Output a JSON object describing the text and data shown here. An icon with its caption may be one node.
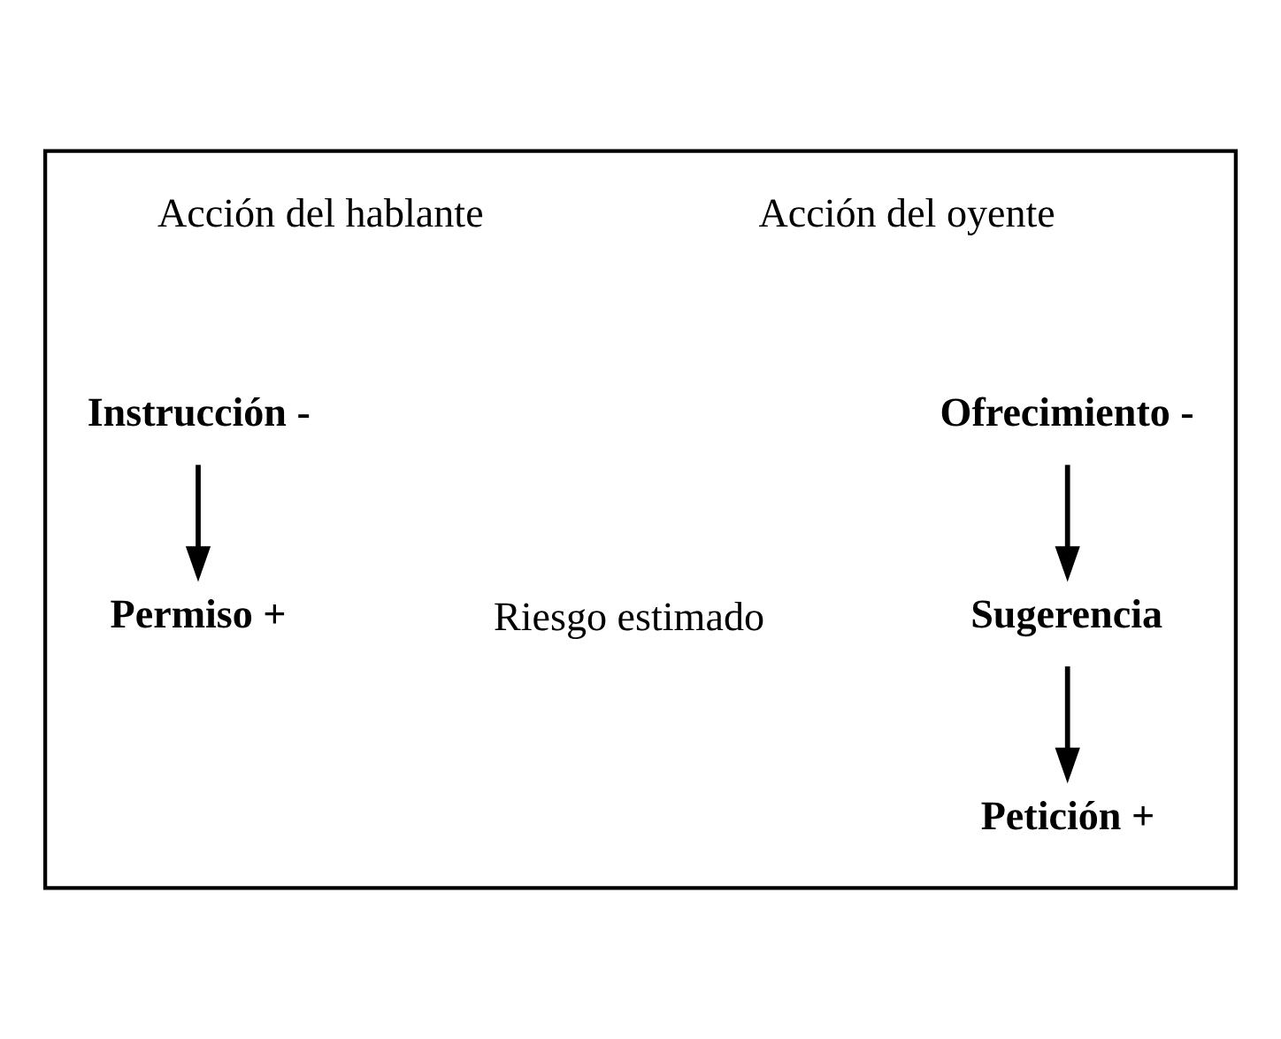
{
  "diagram": {
    "nodes": [
      {
        "text": [],
        "shape": "box"
      },
      {
        "text": [
          "Instrucción -"
        ],
        "in": 0
      },
      {
        "text": [
          "Permiso +"
        ],
        "in": 0
      },
      {
        "text": [
          "Ofrecimiento -"
        ],
        "in": 0
      },
      {
        "text": [
          "Sugerencia"
        ],
        "in": 0
      },
      {
        "text": [
          "Petición +"
        ],
        "in": 0
      }
    ],
    "edges": [
      {
        "from": 1,
        "to": 2,
        "arrow": "to"
      },
      {
        "from": 3,
        "to": 4,
        "arrow": "to"
      },
      {
        "from": 4,
        "to": 5,
        "arrow": "to"
      }
    ],
    "labels": [
      "Acción del hablante",
      "Acción del oyente",
      "Riesgo estimado"
    ]
  }
}
